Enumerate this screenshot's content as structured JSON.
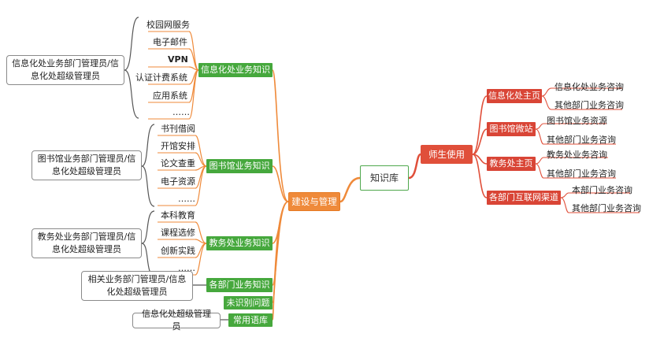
{
  "center": "知识库",
  "main_left": "建设与管理",
  "main_right": "师生使用",
  "left_branches": [
    {
      "label": "信息化处业务知识",
      "leaves": [
        "校园网服务",
        "电子邮件",
        "VPN",
        "认证计费系统",
        "应用系统",
        "……"
      ],
      "owner": "信息化处业务部门管理员/信息化处超级管理员"
    },
    {
      "label": "图书馆业务知识",
      "leaves": [
        "书刊借阅",
        "开馆安排",
        "论文查重",
        "电子资源",
        "……"
      ],
      "owner": "图书馆业务部门管理员/信息化处超级管理员"
    },
    {
      "label": "教务处业务知识",
      "leaves": [
        "本科教育",
        "课程选修",
        "创新实践",
        "……"
      ],
      "owner": "教务处业务部门管理员/信息化处超级管理员"
    },
    {
      "label": "各部门业务知识",
      "leaves": [],
      "owner": "相关业务部门管理员/信息化处超级管理员"
    },
    {
      "label": "未识别问题",
      "leaves": [],
      "owner": ""
    },
    {
      "label": "常用语库",
      "leaves": [],
      "owner": "信息化处超级管理员"
    }
  ],
  "right_branches": [
    {
      "label": "信息化处主页",
      "leaves": [
        "信息化处业务咨询",
        "其他部门业务咨询"
      ]
    },
    {
      "label": "图书馆微站",
      "leaves": [
        "图书馆业务资源",
        "其他部门业务咨询"
      ]
    },
    {
      "label": "教务处主页",
      "leaves": [
        "教务处业务咨询",
        "其他部门业务咨询"
      ]
    },
    {
      "label": "各部门互联网渠道",
      "leaves": [
        "本部门业务咨询",
        "其他部门业务咨询"
      ]
    }
  ],
  "colors": {
    "orange": "#ef8a3a",
    "green": "#46a83d",
    "red": "#d94536",
    "grey": "#555555"
  }
}
